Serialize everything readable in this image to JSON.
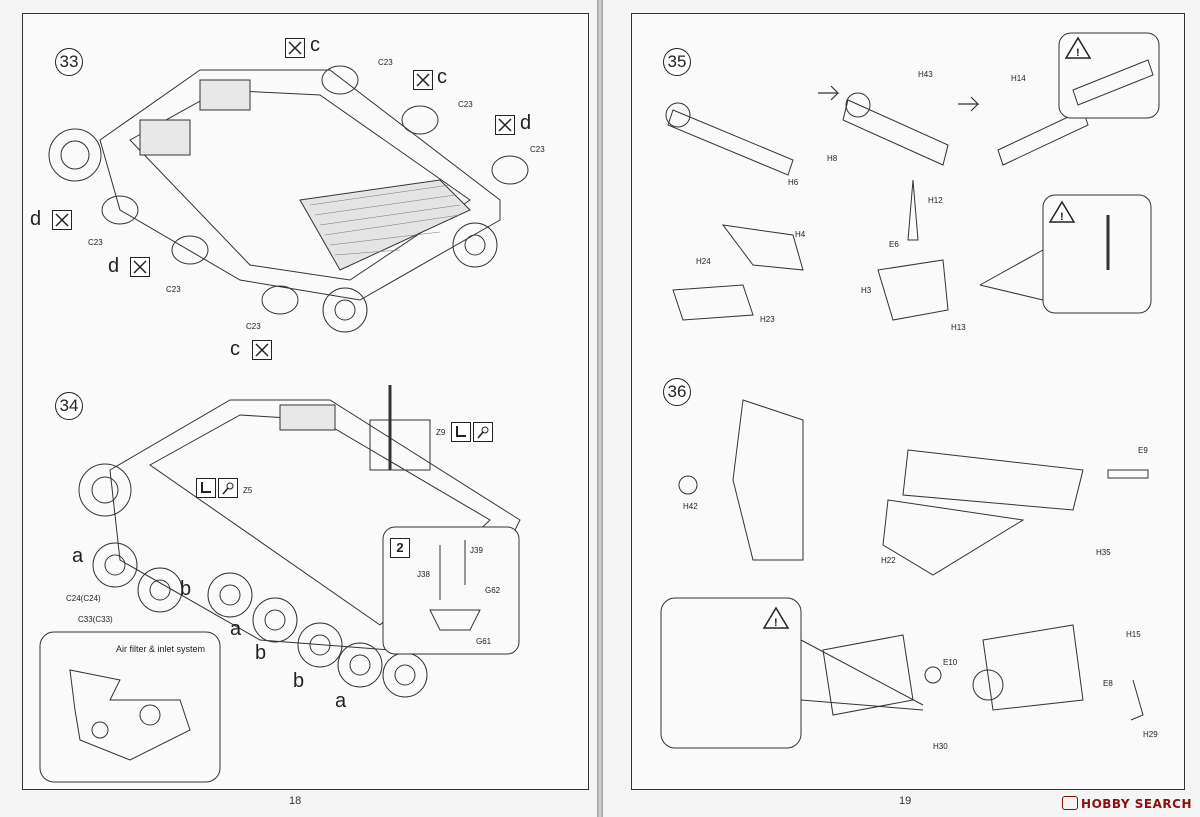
{
  "left_page": {
    "page_number": "18",
    "step33": {
      "number": "33",
      "labels": {
        "c_top": "c",
        "c_mid": "c",
        "d_right": "d",
        "d_left1": "d",
        "d_left2": "d",
        "c_bottom": "c"
      },
      "parts": [
        "C23",
        "C23",
        "C23",
        "C23",
        "C23",
        "C23"
      ]
    },
    "step34": {
      "number": "34",
      "parts": {
        "z9": "Z9",
        "z5": "Z5",
        "c24": "C24(C24)",
        "c33": "C33(C33)",
        "j39": "J39",
        "j38": "J38",
        "g62": "G62",
        "g61": "G61"
      },
      "wheel_labels": [
        "a",
        "b",
        "a",
        "b",
        "b",
        "a"
      ],
      "inset_count": "2",
      "air_filter_caption": "Air filter & inlet system"
    }
  },
  "right_page": {
    "page_number": "19",
    "step35": {
      "number": "35",
      "parts": {
        "h43": "H43",
        "h14": "H14",
        "h8": "H8",
        "h6": "H6",
        "h4": "H4",
        "h24": "H24",
        "h23": "H23",
        "h12": "H12",
        "e6": "E6",
        "h3": "H3",
        "h13": "H13"
      }
    },
    "step36": {
      "number": "36",
      "parts": {
        "h42": "H42",
        "e9": "E9",
        "h35": "H35",
        "h22": "H22",
        "e10": "E10",
        "h15": "H15",
        "e8": "E8",
        "h30": "H30",
        "h29": "H29"
      }
    },
    "watermark": "HOBBY SEARCH"
  },
  "colors": {
    "ink": "#222222",
    "paper": "#f5f5f5",
    "brand": "#8a0f0f"
  },
  "icons": [
    "no-glue-icon",
    "warning-icon",
    "glue-icon",
    "drill-icon"
  ]
}
